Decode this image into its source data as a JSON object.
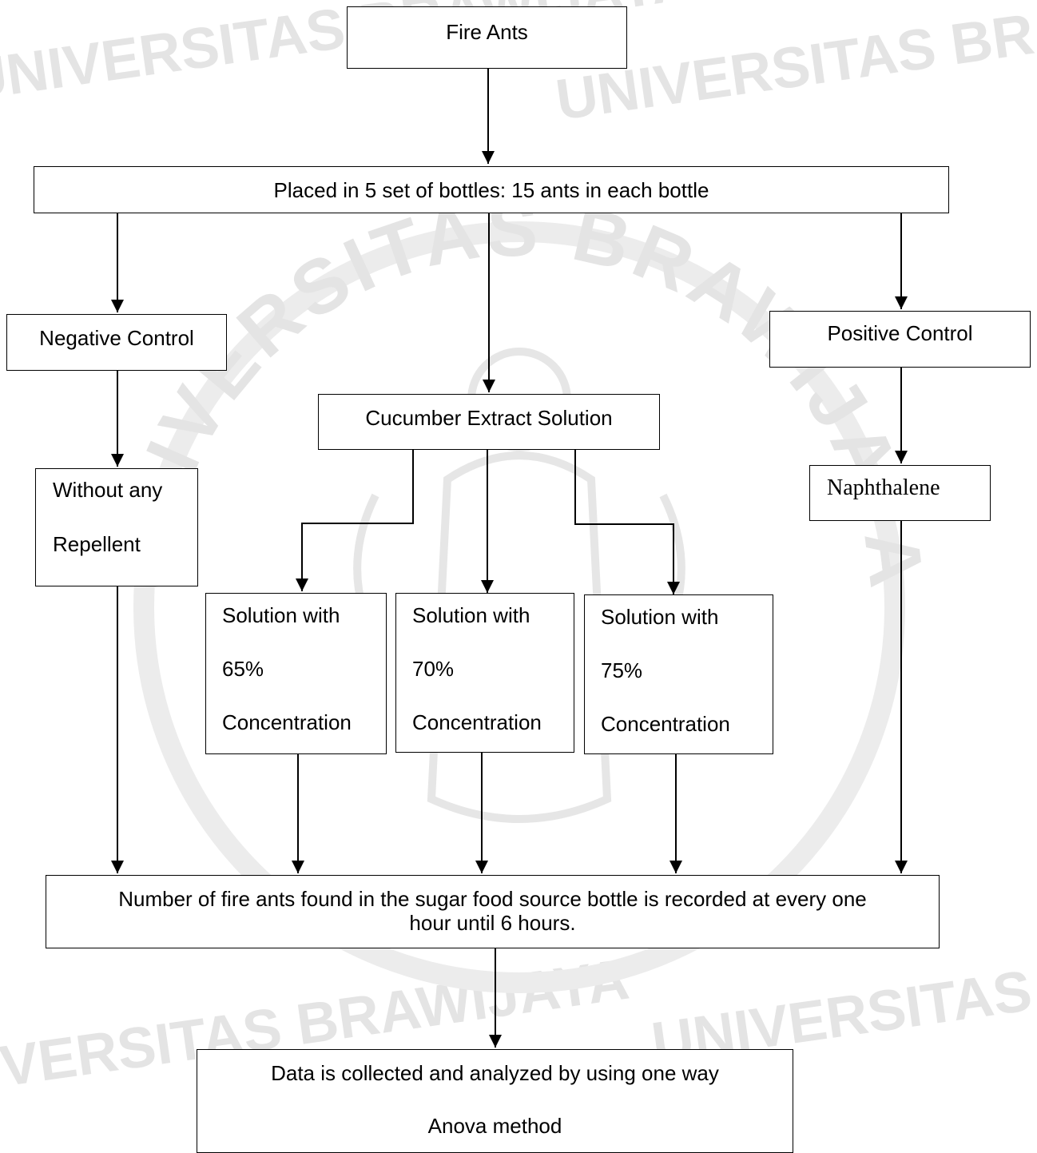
{
  "watermark": {
    "arc_text": "UNIVERSITAS BRAWIJAYA",
    "repeat_text": "UNIVERSITAS BRAWIJAYA"
  },
  "nodes": {
    "fire_ants": "Fire Ants",
    "placed": "Placed in 5 set of bottles: 15 ants in each bottle",
    "negative_control": "Negative Control",
    "positive_control": "Positive Control",
    "cucumber_extract": "Cucumber Extract Solution",
    "without_repellent": [
      "Without any",
      "Repellent"
    ],
    "naphthalene": "Naphthalene",
    "solution_65": [
      "Solution with",
      "65%",
      "Concentration"
    ],
    "solution_70": [
      "Solution with",
      "70%",
      "Concentration"
    ],
    "solution_75": [
      "Solution with",
      "75%",
      "Concentration"
    ],
    "number_recorded": [
      "Number of fire ants found in the sugar food source bottle is recorded at every one",
      "hour until 6 hours."
    ],
    "data_analyzed": [
      "Data is collected and analyzed by using one way",
      "Anova method"
    ]
  },
  "colors": {
    "line": "#000000",
    "box_fill": "#ffffff",
    "watermark": "#e4e4e4"
  }
}
